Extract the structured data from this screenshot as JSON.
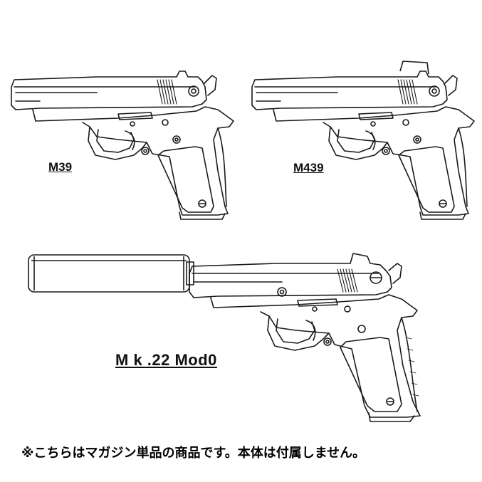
{
  "labels": {
    "m39": "M39",
    "m439": "M439",
    "mk22": "M k .22 Mod0"
  },
  "note": "※こちらはマガジン単品の商品です。本体は付属しません。",
  "colors": {
    "line": "#1a1a1a",
    "background": "#ffffff"
  }
}
